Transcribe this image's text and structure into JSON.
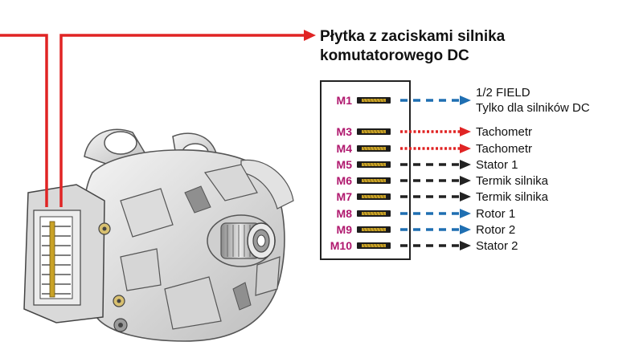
{
  "title": {
    "line1": "Płytka z zaciskami silnika",
    "line2": "komutatorowego DC"
  },
  "colors": {
    "red": "#e02424",
    "blue": "#1f6fb2",
    "black": "#222222",
    "label": "#b0186e"
  },
  "terminals": [
    {
      "id": "M1",
      "line_color": "blue",
      "labels": [
        "1/2 FIELD",
        "Tylko dla silników DC"
      ]
    },
    {
      "id": "M3",
      "line_color": "red",
      "labels": [
        "Tachometr"
      ]
    },
    {
      "id": "M4",
      "line_color": "red",
      "labels": [
        "Tachometr"
      ]
    },
    {
      "id": "M5",
      "line_color": "black",
      "labels": [
        "Stator 1"
      ]
    },
    {
      "id": "M6",
      "line_color": "black",
      "labels": [
        "Termik silnika"
      ]
    },
    {
      "id": "M7",
      "line_color": "black",
      "labels": [
        "Termik silnika"
      ]
    },
    {
      "id": "M8",
      "line_color": "blue",
      "labels": [
        "Rotor 1"
      ]
    },
    {
      "id": "M9",
      "line_color": "blue",
      "labels": [
        "Rotor 2"
      ]
    },
    {
      "id": "M10",
      "line_color": "black",
      "labels": [
        "Stator 2"
      ]
    }
  ]
}
